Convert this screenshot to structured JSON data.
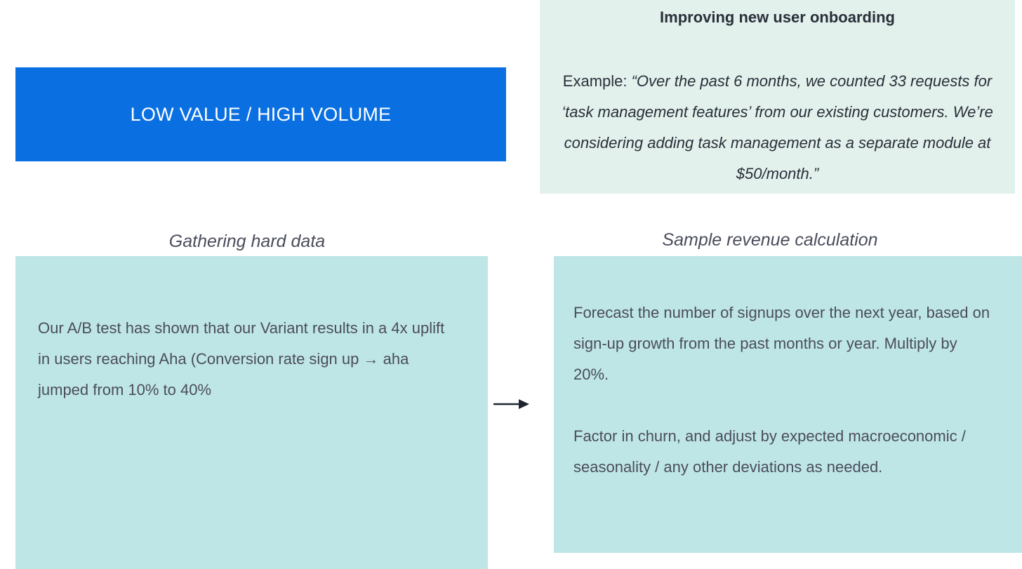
{
  "banner": {
    "label": "LOW VALUE / HIGH VOLUME",
    "color": "#0a70e2"
  },
  "example_card": {
    "title": "Improving new user onboarding",
    "prefix": "Example: ",
    "quote": "“Over the past 6 months, we counted 33 requests for ‘task management features’ from our existing customers. We’re considering adding task management as a separate module at $50/month.”",
    "background": "#e2f1ec"
  },
  "left_section": {
    "heading": "Gathering hard data",
    "body": "Our A/B test has shown that our Variant results in a 4x uplift in users reaching Aha (Conversion rate sign up → aha jumped from 10% to 40%"
  },
  "right_section": {
    "heading": "Sample revenue calculation",
    "paragraph_1": "Forecast the number of signups over the next year, based on sign-up growth from the past months or year. Multiply by 20%.",
    "paragraph_2": "Factor in churn, and adjust by expected macroeconomic / seasonality / any other deviations as needed."
  },
  "panel_background": "#bfe6e7",
  "connector": {
    "icon": "right-arrow-icon"
  }
}
